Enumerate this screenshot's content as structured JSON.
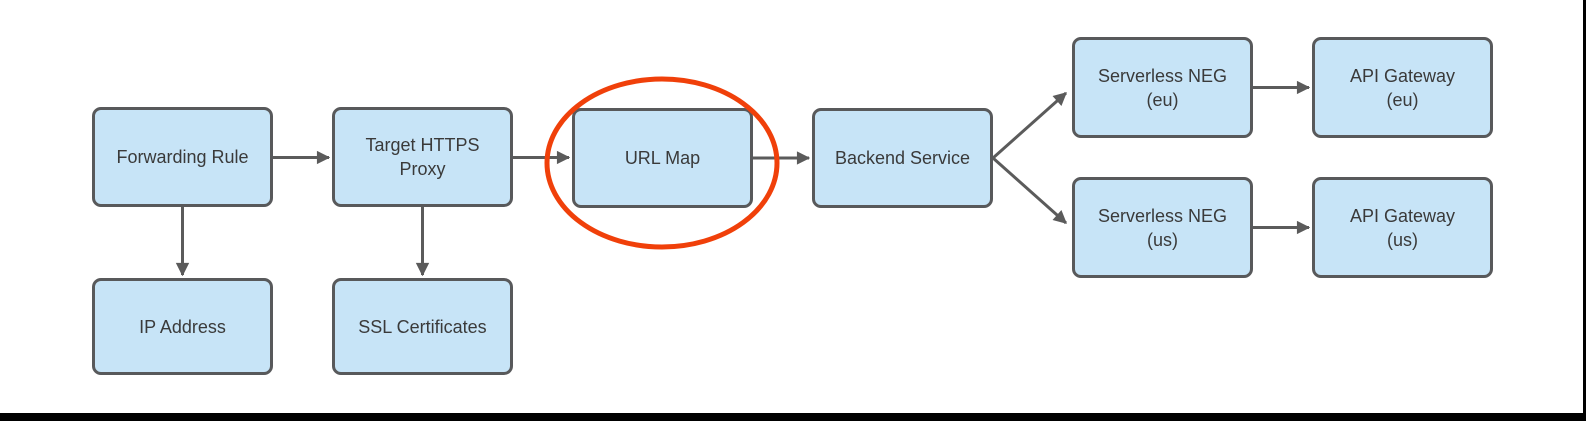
{
  "colors": {
    "background": "#FFFFFF",
    "node_fill": "#C7E4F7",
    "node_border": "#58595B",
    "node_text": "#3A3A3A",
    "connector": "#5B5B5B",
    "highlight": "#F0400A",
    "frame": "#000000"
  },
  "nodes": [
    {
      "id": "forwarding-rule",
      "label": "Forwarding Rule"
    },
    {
      "id": "target-https-proxy",
      "label": "Target HTTPS Proxy"
    },
    {
      "id": "url-map",
      "label": "URL Map"
    },
    {
      "id": "backend-service",
      "label": "Backend Service"
    },
    {
      "id": "serverless-neg-eu",
      "label": "Serverless NEG",
      "sublabel": "(eu)"
    },
    {
      "id": "api-gateway-eu",
      "label": "API Gateway",
      "sublabel": "(eu)"
    },
    {
      "id": "serverless-neg-us",
      "label": "Serverless NEG",
      "sublabel": "(us)"
    },
    {
      "id": "api-gateway-us",
      "label": "API Gateway",
      "sublabel": "(us)"
    },
    {
      "id": "ip-address",
      "label": "IP Address"
    },
    {
      "id": "ssl-certificates",
      "label": "SSL Certificates"
    }
  ],
  "edges": [
    {
      "from": "Forwarding Rule",
      "to": "Target HTTPS Proxy"
    },
    {
      "from": "Forwarding Rule",
      "to": "IP Address"
    },
    {
      "from": "Target HTTPS Proxy",
      "to": "URL Map"
    },
    {
      "from": "Target HTTPS Proxy",
      "to": "SSL Certificates"
    },
    {
      "from": "URL Map",
      "to": "Backend Service"
    },
    {
      "from": "Backend Service",
      "to": "Serverless NEG (eu)"
    },
    {
      "from": "Backend Service",
      "to": "Serverless NEG (us)"
    },
    {
      "from": "Serverless NEG (eu)",
      "to": "API Gateway (eu)"
    },
    {
      "from": "Serverless NEG (us)",
      "to": "API Gateway (us)"
    }
  ],
  "annotations": [
    {
      "type": "ellipse-highlight",
      "around": "URL Map",
      "color": "#F0400A"
    }
  ]
}
